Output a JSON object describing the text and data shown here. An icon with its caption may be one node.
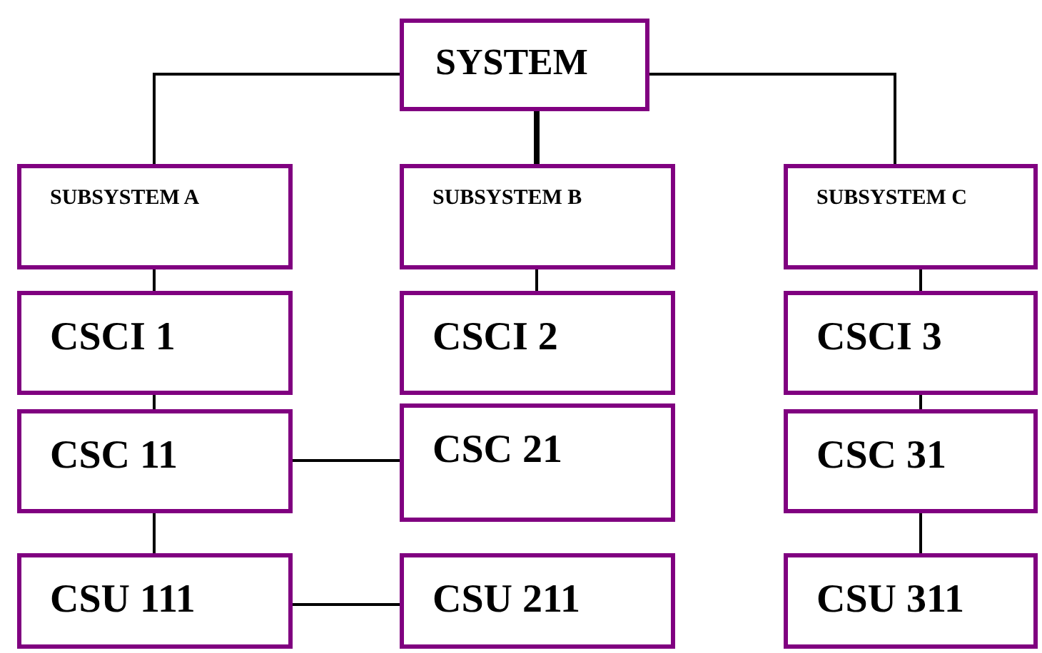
{
  "diagram": {
    "nodes": [
      {
        "text": [
          "SYSTEM"
        ]
      },
      {
        "text": [
          "SUBSYSTEM A"
        ]
      },
      {
        "text": [
          "SUBSYSTEM B"
        ]
      },
      {
        "text": [
          "SUBSYSTEM C"
        ]
      },
      {
        "text": [
          "CSCI 1"
        ]
      },
      {
        "text": [
          "CSCI 2"
        ]
      },
      {
        "text": [
          "CSCI 3"
        ]
      },
      {
        "text": [
          "CSC 11"
        ]
      },
      {
        "text": [
          "CSC 21"
        ]
      },
      {
        "text": [
          "CSC 31"
        ]
      },
      {
        "text": [
          "CSU 111"
        ]
      },
      {
        "text": [
          "CSU 211"
        ]
      },
      {
        "text": [
          "CSU 311"
        ]
      }
    ],
    "edges": [
      {
        "from": 0,
        "to": 1,
        "arrow": "none"
      },
      {
        "from": 0,
        "to": 2,
        "arrow": "none",
        "style": "thick"
      },
      {
        "from": 0,
        "to": 3,
        "arrow": "none"
      },
      {
        "from": 1,
        "to": 4,
        "arrow": "none"
      },
      {
        "from": 2,
        "to": 5,
        "arrow": "none"
      },
      {
        "from": 3,
        "to": 6,
        "arrow": "none"
      },
      {
        "from": 4,
        "to": 7,
        "arrow": "none"
      },
      {
        "from": 6,
        "to": 9,
        "arrow": "none"
      },
      {
        "from": 7,
        "to": 10,
        "arrow": "none"
      },
      {
        "from": 9,
        "to": 12,
        "arrow": "none"
      },
      {
        "from": 7,
        "to": 8,
        "arrow": "none"
      },
      {
        "from": 10,
        "to": 11,
        "arrow": "none"
      }
    ]
  }
}
